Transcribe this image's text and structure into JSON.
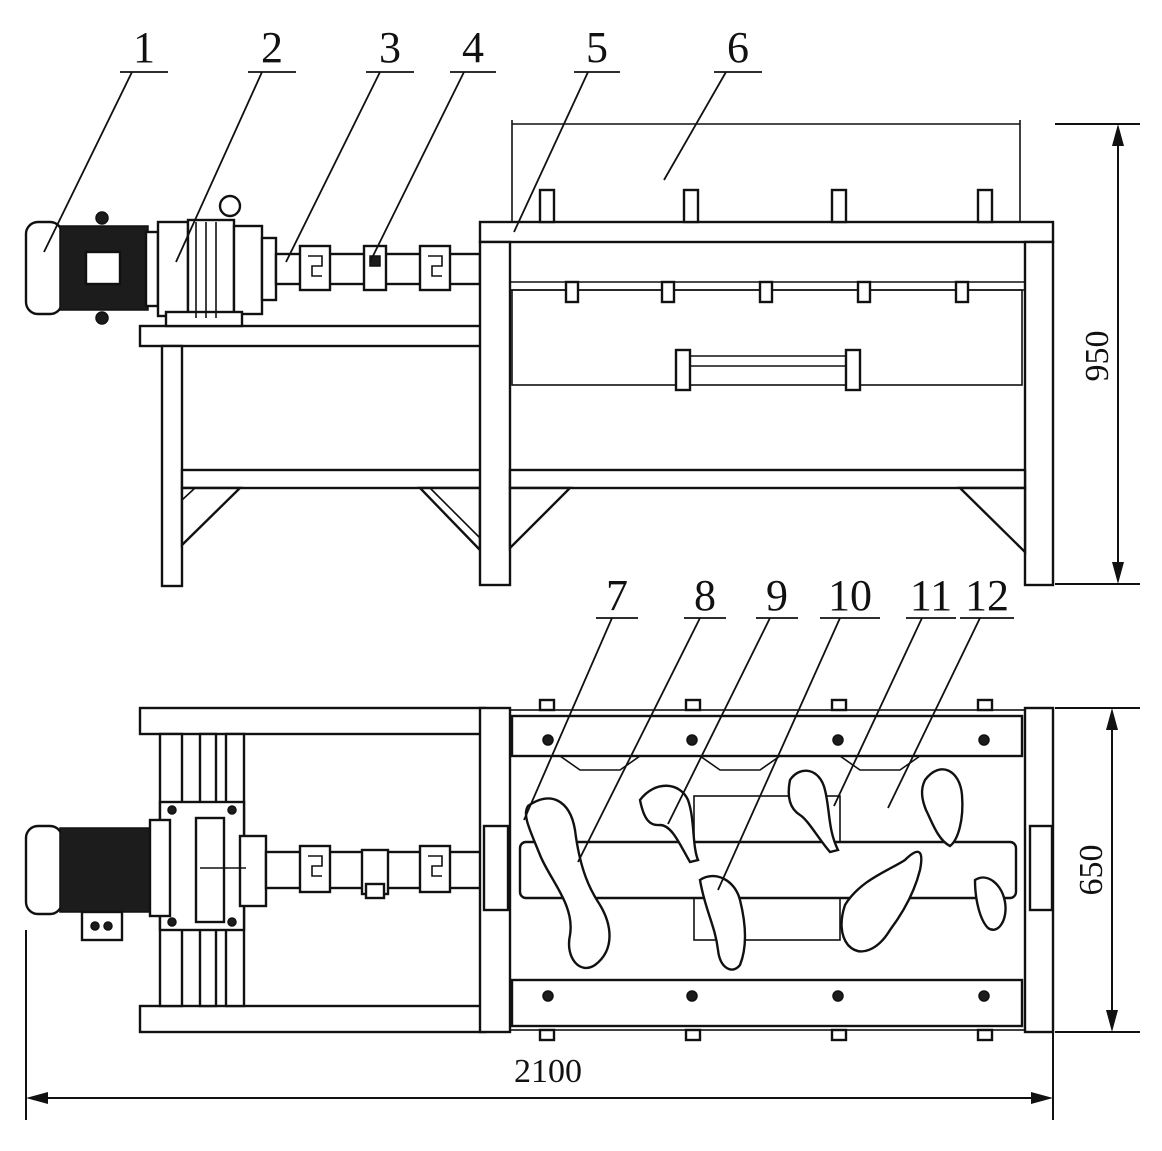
{
  "callouts": [
    "1",
    "2",
    "3",
    "4",
    "5",
    "6",
    "7",
    "8",
    "9",
    "10",
    "11",
    "12"
  ],
  "dimensions": {
    "height": "950",
    "width": "650",
    "length": "2100"
  },
  "colors": {
    "line": "#111111",
    "motor_body": "#1c1c1c",
    "background": "#ffffff"
  }
}
